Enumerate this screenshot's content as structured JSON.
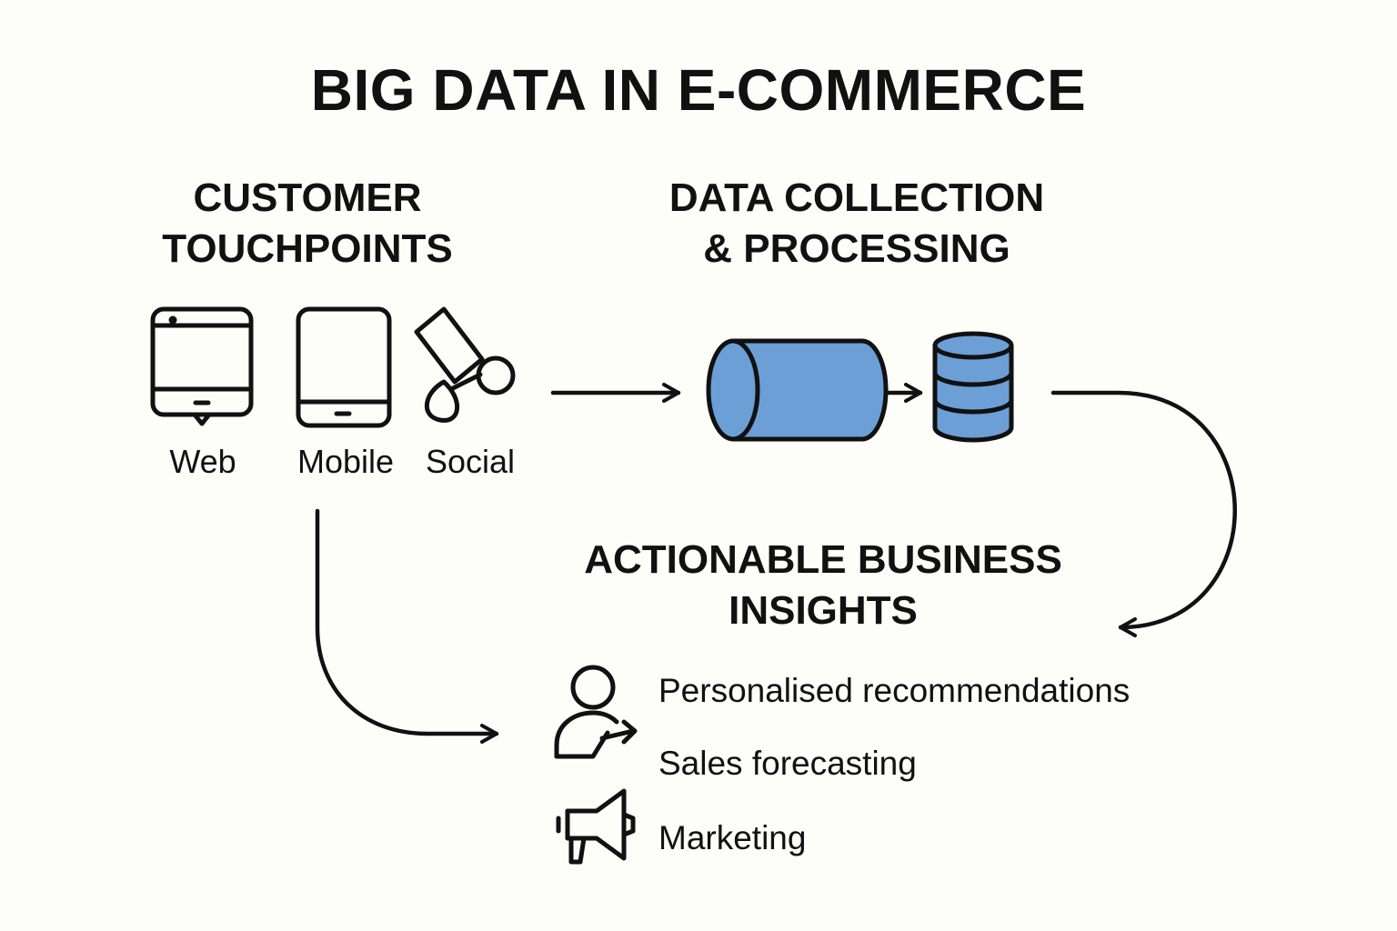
{
  "title": "BIG DATA IN E-COMMERCE",
  "sections": {
    "touchpoints": {
      "heading_line1": "CUSTOMER",
      "heading_line2": "TOUCHPOINTS",
      "channels": [
        {
          "label": "Web",
          "icon": "monitor-icon"
        },
        {
          "label": "Mobile",
          "icon": "smartphone-icon"
        },
        {
          "label": "Social",
          "icon": "social-share-icon"
        }
      ]
    },
    "collection": {
      "heading_line1": "DATA COLLECTION",
      "heading_line2": "& PROCESSING",
      "icons": [
        "data-pipeline-icon",
        "database-icon"
      ]
    },
    "insights": {
      "heading_line1": "ACTIONABLE BUSINESS",
      "heading_line2": "INSIGHTS",
      "items": [
        {
          "label": "Personalised recommendations",
          "icon": "user-icon"
        },
        {
          "label": "Sales forecasting"
        },
        {
          "label": "Marketing",
          "icon": "megaphone-icon"
        }
      ]
    }
  },
  "colors": {
    "background": "#fdfdfa",
    "ink": "#111111",
    "accent_blue": "#6b9fd6"
  }
}
